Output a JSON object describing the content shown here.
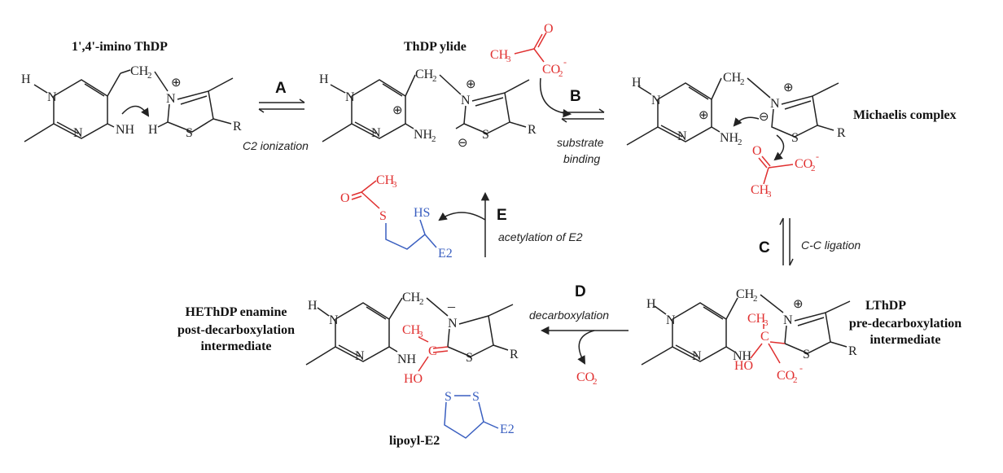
{
  "labels": {
    "imino": "1',4'-imino ThDP",
    "ylide": "ThDP ylide",
    "michaelis": "Michaelis complex",
    "lthdp_1": "LThDP",
    "lthdp_2": "pre-decarboxylation",
    "lthdp_3": "intermediate",
    "hethdp_1": "HEThDP enamine",
    "hethdp_2": "post-decarboxylation",
    "hethdp_3": "intermediate",
    "lipoyl": "lipoyl-E2"
  },
  "steps": {
    "A": {
      "letter": "A",
      "desc": "C2 ionization"
    },
    "B": {
      "letter": "B",
      "desc_1": "substrate",
      "desc_2": "binding"
    },
    "C": {
      "letter": "C",
      "desc": "C-C ligation"
    },
    "D": {
      "letter": "D",
      "desc": "decarboxylation"
    },
    "E": {
      "letter": "E",
      "desc": "acetylation of E2"
    }
  },
  "atoms": {
    "H": "H",
    "N": "N",
    "S": "S",
    "R": "R",
    "NH": "NH",
    "NH2": "NH",
    "sub2": "2",
    "CH2": "CH",
    "plus": "⊕",
    "minus": "⊖",
    "neg": "–",
    "O": "O",
    "CH3": "CH",
    "sub3": "3",
    "CO2": "CO",
    "HO": "HO",
    "HS": "HS",
    "E2": "E2",
    "co2_out": "CO",
    "c": "C",
    "charge_minus": "-"
  },
  "colors": {
    "black": "#222222",
    "red": "#e03030",
    "blue": "#3a5fc0"
  }
}
